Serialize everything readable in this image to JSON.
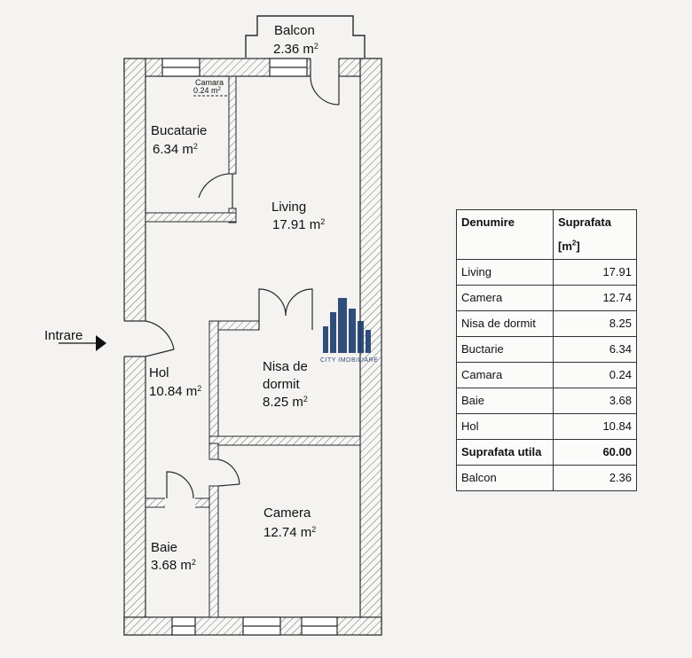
{
  "rooms": {
    "balcon": {
      "name": "Balcon",
      "area": "2.36 m"
    },
    "camara": {
      "name": "Camara",
      "area": "0.24 m"
    },
    "bucatarie": {
      "name": "Bucatarie",
      "area": "6.34 m"
    },
    "living": {
      "name": "Living",
      "area": "17.91 m"
    },
    "hol": {
      "name": "Hol",
      "area": "10.84 m"
    },
    "nisa": {
      "name_line1": "Nisa de",
      "name_line2": "dormit",
      "area": "8.25 m"
    },
    "camera": {
      "name": "Camera",
      "area": "12.74 m"
    },
    "baie": {
      "name": "Baie",
      "area": "3.68 m"
    }
  },
  "area_unit_exponent": "2",
  "entrance_label": "Intrare",
  "watermark": "CITY IMOBILIARE",
  "table": {
    "header_name": "Denumire",
    "header_area": "Suprafata",
    "header_unit": "[m",
    "header_unit_exp": "2",
    "header_unit_close": "]",
    "rows": [
      {
        "name": "Living",
        "value": "17.91"
      },
      {
        "name": "Camera",
        "value": "12.74"
      },
      {
        "name": "Nisa de dormit",
        "value": "8.25"
      },
      {
        "name": "Buctarie",
        "value": "6.34"
      },
      {
        "name": "Camara",
        "value": "0.24"
      },
      {
        "name": "Baie",
        "value": "3.68"
      },
      {
        "name": "Hol",
        "value": "10.84"
      }
    ],
    "total": {
      "name": "Suprafata utila",
      "value": "60.00"
    },
    "extra": {
      "name": "Balcon",
      "value": "2.36"
    }
  },
  "colors": {
    "wall_outline": "#2a2a2a",
    "hatch": "#6a6a6a",
    "watermark": "#1c3c6e"
  }
}
